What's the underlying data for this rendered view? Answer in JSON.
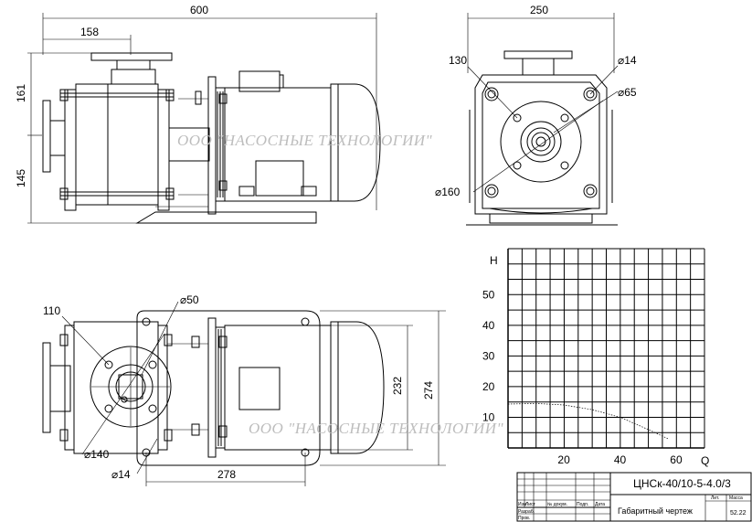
{
  "watermark": "ООО \"НАСОСНЫЕ ТЕХНОЛОГИИ\"",
  "dimensions": {
    "front": {
      "overall_length": "600",
      "inlet_offset": "158",
      "height_upper": "161",
      "height_lower": "145"
    },
    "side": {
      "width": "250",
      "bolt_circle": "130",
      "bolt_hole": "⌀14",
      "shaft": "⌀65",
      "flange": "⌀160"
    },
    "top": {
      "bolt_circle": "110",
      "port": "⌀50",
      "flange": "⌀140",
      "bolt_hole": "⌀14",
      "base_length": "278",
      "width_inner": "232",
      "width_outer": "274"
    }
  },
  "chart_data": {
    "type": "line",
    "ylabel": "H",
    "xlabel": "Q",
    "xlim": [
      0,
      70
    ],
    "ylim": [
      0,
      65
    ],
    "x_ticks": [
      20,
      40,
      60
    ],
    "y_ticks": [
      10,
      20,
      30,
      40,
      50
    ],
    "grid": true,
    "series": [
      {
        "x": [
          0,
          10,
          20,
          30,
          40,
          50,
          57
        ],
        "y": [
          14.3,
          14.5,
          14,
          12.5,
          10,
          6,
          3
        ]
      }
    ]
  },
  "title_block": {
    "designation": "ЦНСк-40/10-5-4.0/3",
    "name": "Габаритный чертеж",
    "headers": {
      "izm": "Изм",
      "list": "Лист",
      "doc": "№ докум.",
      "sign": "Подп.",
      "date": "Дата"
    },
    "rows": {
      "razrab": "Разраб.",
      "prov": "Пров."
    },
    "lit_label": "Лит.",
    "mass_label": "Масса",
    "mass_value": "52.22"
  }
}
